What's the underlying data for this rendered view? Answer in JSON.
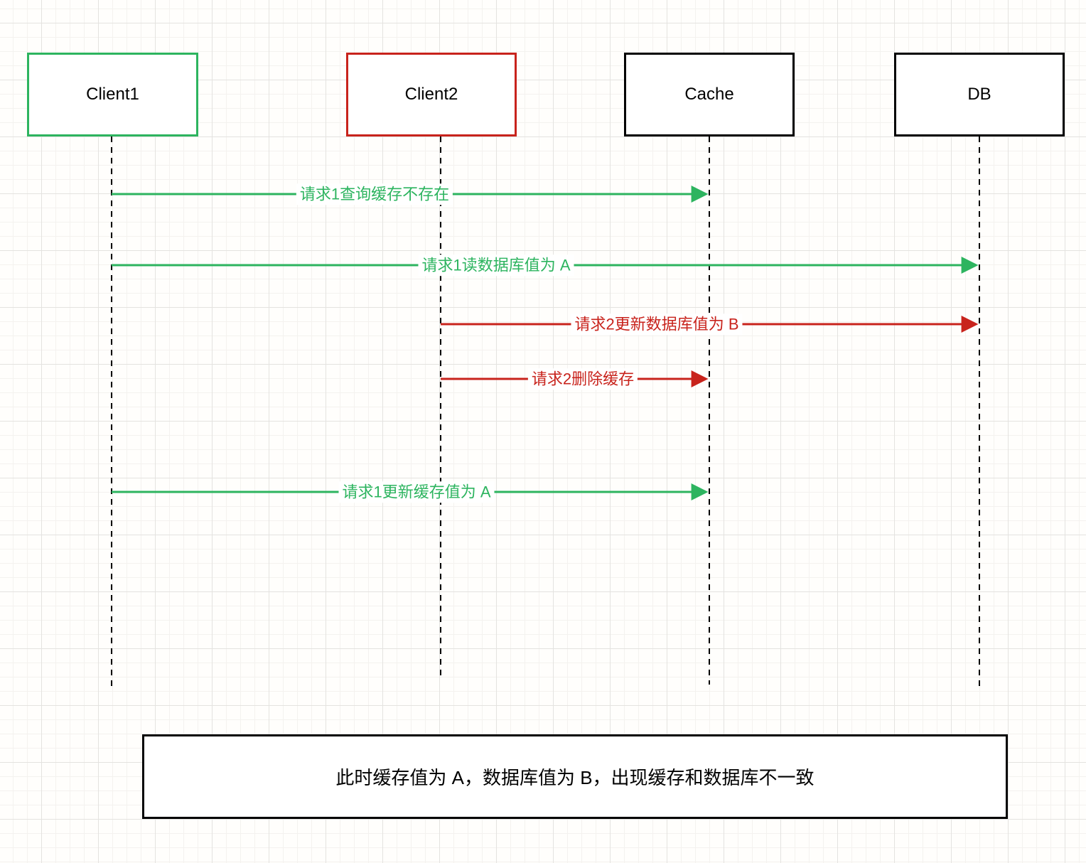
{
  "diagram": {
    "actors": [
      {
        "label": "Client1",
        "border_color": "#2db45f"
      },
      {
        "label": "Client2",
        "border_color": "#c8231c"
      },
      {
        "label": "Cache",
        "border_color": "#000000"
      },
      {
        "label": "DB",
        "border_color": "#000000"
      }
    ],
    "messages": [
      {
        "label": "请求1查询缓存不存在",
        "from": "Client1",
        "to": "Cache",
        "color": "#2db45f"
      },
      {
        "label": "请求1读数据库值为 A",
        "from": "Client1",
        "to": "DB",
        "color": "#2db45f"
      },
      {
        "label": "请求2更新数据库值为 B",
        "from": "Client2",
        "to": "DB",
        "color": "#c8231c"
      },
      {
        "label": "请求2删除缓存",
        "from": "Client2",
        "to": "Cache",
        "color": "#c8231c"
      },
      {
        "label": "请求1更新缓存值为 A",
        "from": "Client1",
        "to": "Cache",
        "color": "#2db45f"
      }
    ],
    "note": "此时缓存值为 A，数据库值为 B，出现缓存和数据库不一致",
    "colors": {
      "green": "#2db45f",
      "red": "#c8231c",
      "lifeline": "#000000"
    }
  }
}
